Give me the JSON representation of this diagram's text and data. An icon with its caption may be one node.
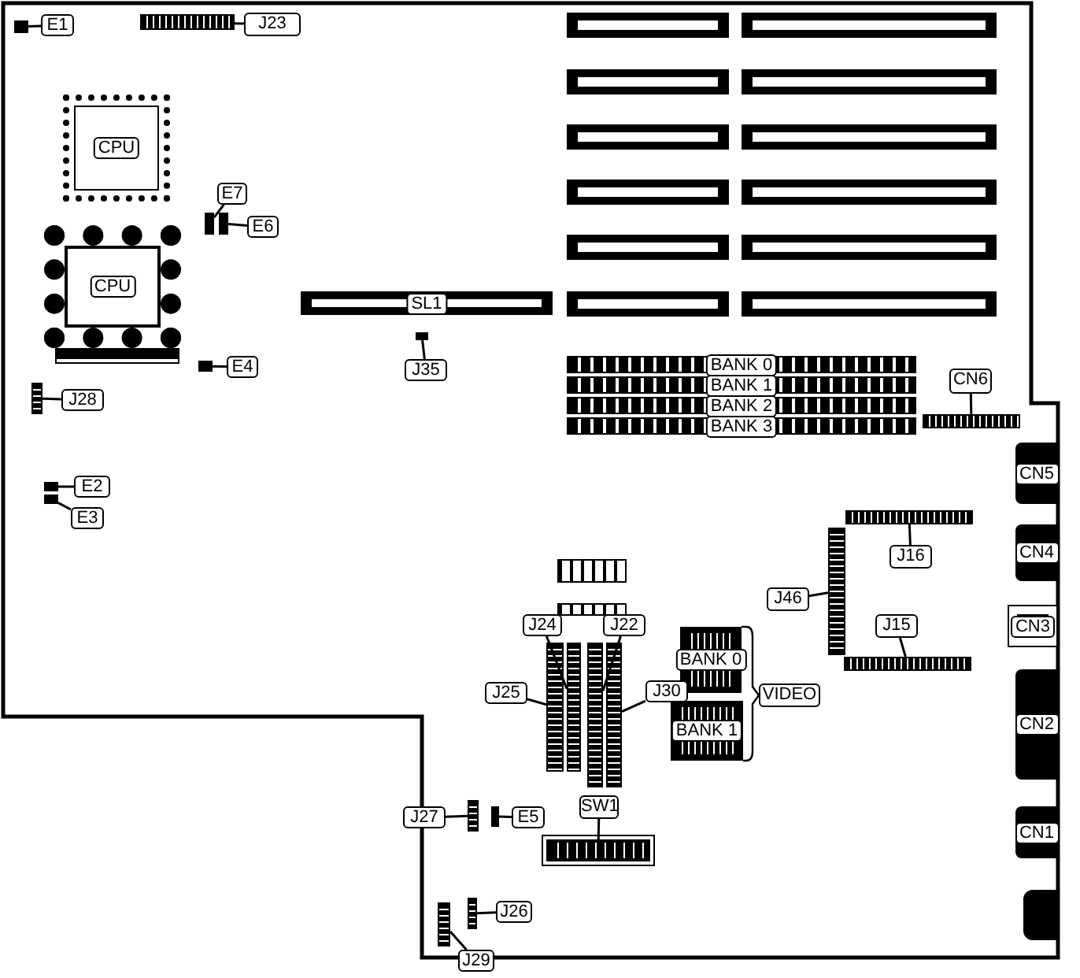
{
  "diagram": {
    "nodes": [
      {
        "text": [
          "E1"
        ]
      },
      {
        "text": [],
        "shape": "box"
      },
      {
        "text": [
          "J23"
        ]
      },
      {
        "text": [],
        "shape": "box"
      },
      {
        "text": [
          "CPU"
        ]
      },
      {
        "text": [
          "E7"
        ]
      },
      {
        "text": [],
        "shape": "box"
      },
      {
        "text": [
          "E6"
        ]
      },
      {
        "text": [],
        "shape": "box"
      },
      {
        "text": [
          "CPU"
        ]
      },
      {
        "text": [
          "SL1"
        ]
      },
      {
        "text": [
          "E4"
        ]
      },
      {
        "text": [],
        "shape": "box"
      },
      {
        "text": [
          "J35"
        ]
      },
      {
        "text": [],
        "shape": "box"
      },
      {
        "text": [
          "BANK 0"
        ]
      },
      {
        "text": [
          "BANK 1"
        ]
      },
      {
        "text": [
          "BANK 2"
        ]
      },
      {
        "text": [
          "BANK 3"
        ]
      },
      {
        "text": [
          "CN6"
        ]
      },
      {
        "text": [],
        "shape": "box"
      },
      {
        "text": [
          "J28"
        ]
      },
      {
        "text": [],
        "shape": "box"
      },
      {
        "text": [
          "CN5"
        ]
      },
      {
        "text": [
          "E2"
        ]
      },
      {
        "text": [],
        "shape": "box"
      },
      {
        "text": [
          "E3"
        ]
      },
      {
        "text": [],
        "shape": "box"
      },
      {
        "text": [
          "J16"
        ]
      },
      {
        "text": [],
        "shape": "box"
      },
      {
        "text": [
          "CN4"
        ]
      },
      {
        "text": [
          "J46"
        ]
      },
      {
        "text": [],
        "shape": "box"
      },
      {
        "text": [
          "J15"
        ]
      },
      {
        "text": [],
        "shape": "box"
      },
      {
        "text": [
          "CN3"
        ]
      },
      {
        "text": [
          "J24"
        ]
      },
      {
        "text": [],
        "shape": "box"
      },
      {
        "text": [
          "J22"
        ]
      },
      {
        "text": [],
        "shape": "box"
      },
      {
        "text": [
          "BANK 0"
        ]
      },
      {
        "text": [
          "J25"
        ]
      },
      {
        "text": [],
        "shape": "box"
      },
      {
        "text": [
          "J30"
        ]
      },
      {
        "text": [],
        "shape": "box"
      },
      {
        "text": [
          "CN2"
        ]
      },
      {
        "text": [
          "BANK 1"
        ]
      },
      {
        "text": [
          "SW1"
        ]
      },
      {
        "text": [],
        "shape": "box"
      },
      {
        "text": [
          "J27"
        ]
      },
      {
        "text": [],
        "shape": "box"
      },
      {
        "text": [
          "E5"
        ]
      },
      {
        "text": [],
        "shape": "box"
      },
      {
        "text": [
          "CN1"
        ]
      },
      {
        "text": [
          "J26"
        ]
      },
      {
        "text": [],
        "shape": "box"
      },
      {
        "text": [
          "J29"
        ]
      },
      {
        "text": [],
        "shape": "box"
      },
      {
        "text": [
          "VIDEO"
        ]
      }
    ],
    "edges": [
      {
        "from": 0,
        "to": 1,
        "arrow": "none"
      },
      {
        "from": 2,
        "to": 3,
        "arrow": "none"
      },
      {
        "from": 5,
        "to": 6,
        "arrow": "none"
      },
      {
        "from": 7,
        "to": 8,
        "arrow": "none"
      },
      {
        "from": 11,
        "to": 12,
        "arrow": "none"
      },
      {
        "from": 13,
        "to": 14,
        "arrow": "none"
      },
      {
        "from": 19,
        "to": 20,
        "arrow": "none"
      },
      {
        "from": 21,
        "to": 22,
        "arrow": "none"
      },
      {
        "from": 24,
        "to": 25,
        "arrow": "none"
      },
      {
        "from": 26,
        "to": 27,
        "arrow": "none"
      },
      {
        "from": 28,
        "to": 29,
        "arrow": "none"
      },
      {
        "from": 31,
        "to": 32,
        "arrow": "none"
      },
      {
        "from": 33,
        "to": 34,
        "arrow": "none"
      },
      {
        "from": 36,
        "to": 37,
        "arrow": "none"
      },
      {
        "from": 38,
        "to": 39,
        "arrow": "none"
      },
      {
        "from": 41,
        "to": 42,
        "arrow": "none"
      },
      {
        "from": 43,
        "to": 44,
        "arrow": "none"
      },
      {
        "from": 47,
        "to": 48,
        "arrow": "none"
      },
      {
        "from": 49,
        "to": 50,
        "arrow": "none"
      },
      {
        "from": 51,
        "to": 52,
        "arrow": "none"
      },
      {
        "from": 54,
        "to": 55,
        "arrow": "none"
      },
      {
        "from": 56,
        "to": 57,
        "arrow": "none"
      },
      {
        "from": 58,
        "to": 40,
        "arrow": "none"
      },
      {
        "from": 58,
        "to": 46,
        "arrow": "none"
      }
    ]
  }
}
